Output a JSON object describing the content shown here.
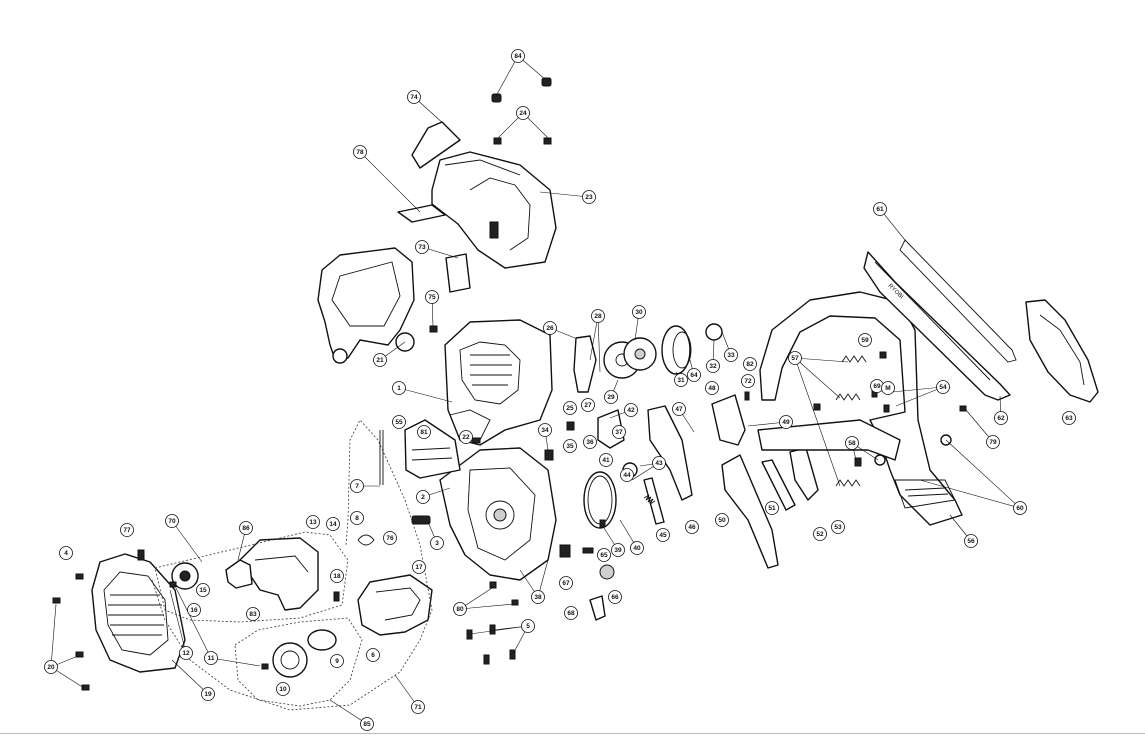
{
  "callouts": [
    "84",
    "74",
    "24",
    "78",
    "23",
    "73",
    "61",
    "75",
    "21",
    "26",
    "28",
    "30",
    "64",
    "31",
    "32",
    "33",
    "29",
    "27",
    "25",
    "1",
    "55",
    "81",
    "22",
    "34",
    "35",
    "36",
    "42",
    "37",
    "41",
    "43",
    "44",
    "45",
    "46",
    "47",
    "48",
    "82",
    "72",
    "50",
    "51",
    "52",
    "53",
    "49",
    "57",
    "59",
    "69",
    "M",
    "54",
    "58",
    "60",
    "62",
    "63",
    "79",
    "56",
    "2",
    "3",
    "7",
    "8",
    "76",
    "17",
    "40",
    "39",
    "65",
    "66",
    "67",
    "68",
    "38",
    "80",
    "5",
    "70",
    "86",
    "13",
    "14",
    "18",
    "77",
    "4",
    "15",
    "16",
    "83",
    "6",
    "12",
    "11",
    "9",
    "10",
    "20",
    "19",
    "85",
    "71"
  ]
}
